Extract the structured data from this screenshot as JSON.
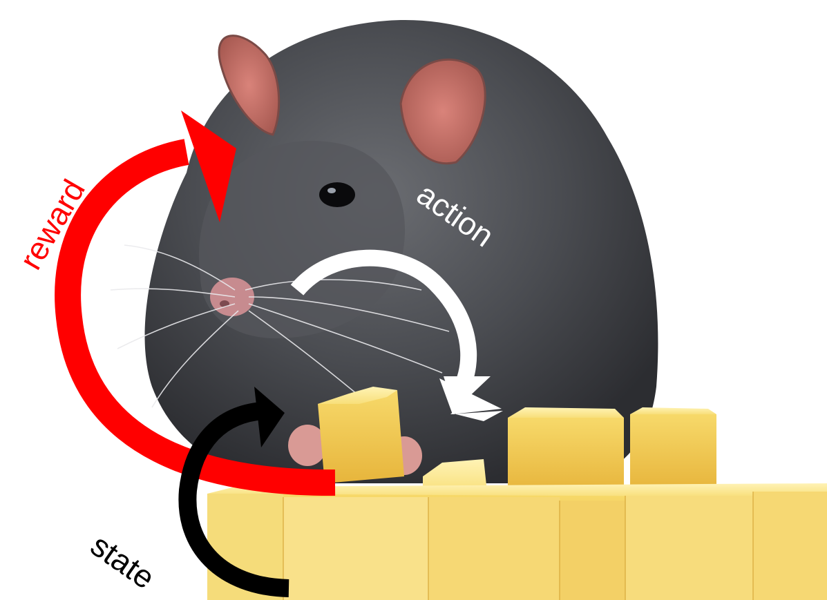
{
  "labels": {
    "reward": "reward",
    "action": "action",
    "state": "state"
  },
  "colors": {
    "reward": "#ff0000",
    "action": "#ffffff",
    "state": "#000000"
  },
  "picture": {
    "subject": "rat-icon",
    "food": "cheese-cubes-icon"
  }
}
